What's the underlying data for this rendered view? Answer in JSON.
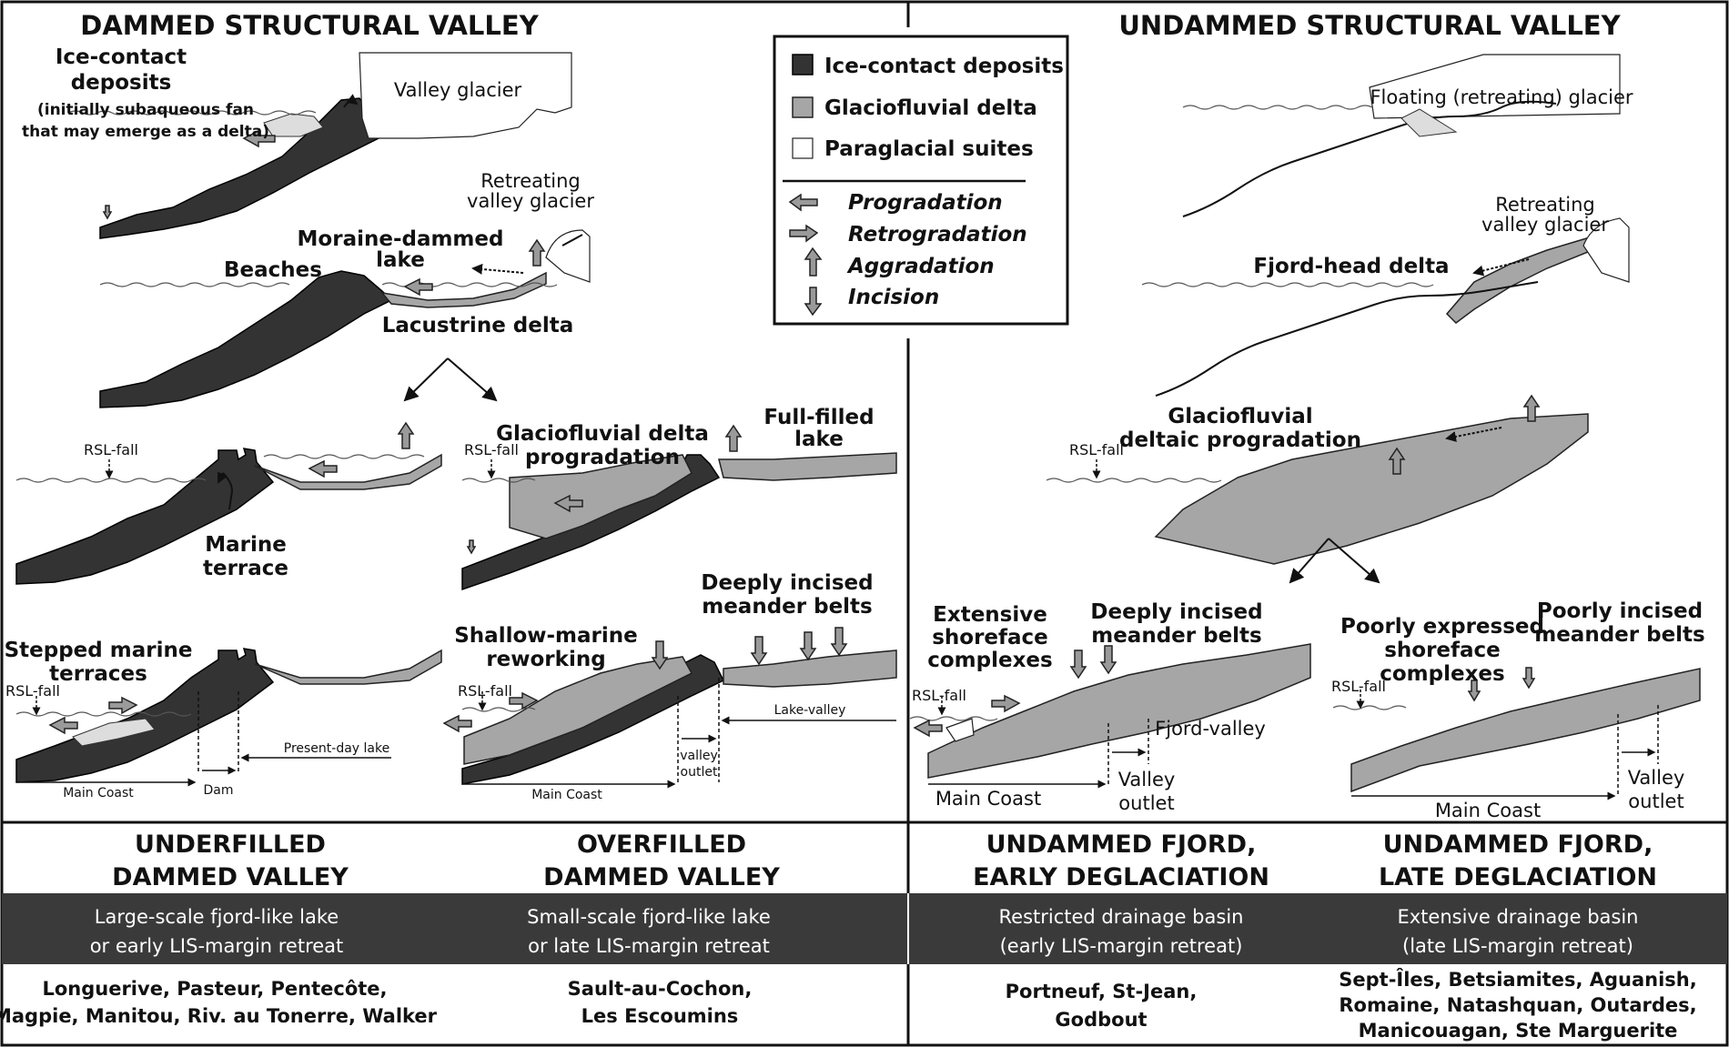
{
  "titles": {
    "left": "DAMMED STRUCTURAL VALLEY",
    "right": "UNDAMMED STRUCTURAL VALLEY"
  },
  "legend": {
    "ice_contact": "Ice-contact deposits",
    "glaciofluvial": "Glaciofluvial delta",
    "paraglacial": "Paraglacial suites",
    "progradation": "Progradation",
    "retrogradation": "Retrogradation",
    "aggradation": "Aggradation",
    "incision": "Incision"
  },
  "labels": {
    "ice_contact_1": "Ice-contact",
    "ice_contact_2": "deposits",
    "ice_contact_note_1": "(initially subaqueous fan",
    "ice_contact_note_2": "that may emerge as a delta)",
    "valley_glacier": "Valley glacier",
    "retreating_1": "Retreating",
    "retreating_2": "valley glacier",
    "moraine_1": "Moraine-dammed",
    "moraine_2": "lake",
    "beaches": "Beaches",
    "lacustrine_delta": "Lacustrine delta",
    "rsl_fall": "RSL-fall",
    "marine_1": "Marine",
    "marine_2": "terrace",
    "gfd_prog_1": "Glaciofluvial delta",
    "gfd_prog_2": "progradation",
    "fullfilled_1": "Full-filled",
    "fullfilled_2": "lake",
    "stepped_1": "Stepped marine",
    "stepped_2": "terraces",
    "present_lake": "Present-day lake",
    "main_coast": "Main Coast",
    "dam": "Dam",
    "shallow_1": "Shallow-marine",
    "shallow_2": "reworking",
    "deeply_1": "Deeply incised",
    "deeply_2": "meander belts",
    "lake_valley": "Lake-valley",
    "valley_outlet_1": "valley",
    "valley_outlet_2": "outlet",
    "floating_glacier": "Floating (retreating) glacier",
    "fjord_head": "Fjord-head delta",
    "gd_prog_1": "Glaciofluvial",
    "gd_prog_2": "deltaic progradation",
    "extensive_1": "Extensive",
    "extensive_2": "shoreface",
    "extensive_3": "complexes",
    "fjord_valley": "Fjord-valley",
    "valley_outlet_cap_1": "Valley",
    "valley_outlet_cap_2": "outlet",
    "poorly_exp_1": "Poorly expressed",
    "poorly_exp_2": "shoreface",
    "poorly_exp_3": "complexes",
    "poorly_inc_1": "Poorly incised",
    "poorly_inc_2": "meander belts"
  },
  "categories": [
    {
      "title_1": "UNDERFILLED",
      "title_2": "DAMMED VALLEY",
      "desc_1": "Large-scale fjord-like lake",
      "desc_2": "or early LIS-margin retreat",
      "ex_1": "Longuerive, Pasteur, Pentecôte,",
      "ex_2": "Magpie, Manitou, Riv. au Tonerre, Walker"
    },
    {
      "title_1": "OVERFILLED",
      "title_2": "DAMMED VALLEY",
      "desc_1": "Small-scale fjord-like lake",
      "desc_2": "or late LIS-margin retreat",
      "ex_1": "Sault-au-Cochon,",
      "ex_2": "Les Escoumins"
    },
    {
      "title_1": "UNDAMMED FJORD,",
      "title_2": "EARLY DEGLACIATION",
      "desc_1": "Restricted drainage basin",
      "desc_2": "(early LIS-margin retreat)",
      "ex_1": "Portneuf, St-Jean,",
      "ex_2": "Godbout"
    },
    {
      "title_1": "UNDAMMED FJORD,",
      "title_2": "LATE DEGLACIATION",
      "desc_1": "Extensive drainage basin",
      "desc_2": "(late LIS-margin retreat)",
      "ex_1": "Sept-Îles, Betsiamites, Aguanish,",
      "ex_2": "Romaine, Natashquan, Outardes,",
      "ex_3": "Manicouagan, Ste Marguerite"
    }
  ],
  "colors": {
    "ice": "#333333",
    "delta": "#a6a6a6",
    "band": "#3a3a3a"
  }
}
